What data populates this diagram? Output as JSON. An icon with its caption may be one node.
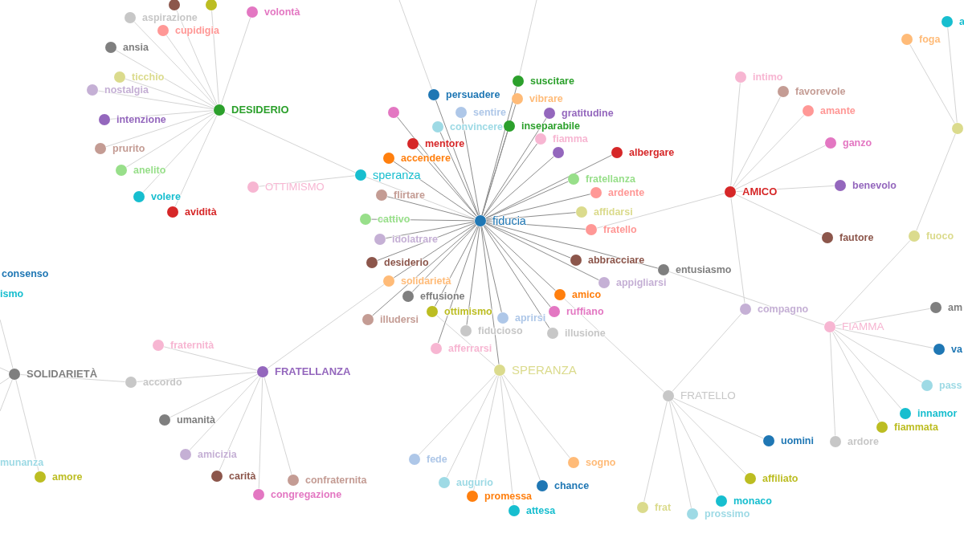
{
  "diagram": {
    "nodes": [
      {
        "text": [
          "DESIDERIO"
        ]
      },
      {
        "text": [],
        "shape": "circle"
      },
      {
        "text": [],
        "shape": "circle"
      },
      {
        "text": [
          "aspirazione"
        ]
      },
      {
        "text": [
          "cupidigia"
        ]
      },
      {
        "text": [
          "volontà"
        ]
      },
      {
        "text": [
          "ansia"
        ]
      },
      {
        "text": [
          "ticchio"
        ]
      },
      {
        "text": [
          "nostalgia"
        ]
      },
      {
        "text": [
          "intenzione"
        ]
      },
      {
        "text": [
          "prurito"
        ]
      },
      {
        "text": [
          "anelito"
        ]
      },
      {
        "text": [
          "volere"
        ]
      },
      {
        "text": [
          "avidità"
        ]
      },
      {
        "text": [
          "OTTIMISMO"
        ]
      },
      {
        "text": [
          "speranza"
        ]
      },
      {
        "text": [
          "fiducia"
        ]
      },
      {
        "text": [
          "persuadere"
        ]
      },
      {
        "text": [
          "suscitare"
        ]
      },
      {
        "text": [],
        "shape": "circle"
      },
      {
        "text": [
          "sentire"
        ]
      },
      {
        "text": [
          "vibrare"
        ]
      },
      {
        "text": [
          "convincere"
        ]
      },
      {
        "text": [
          "inseparabile"
        ]
      },
      {
        "text": [
          "gratitudine"
        ]
      },
      {
        "text": [
          "mentore"
        ]
      },
      {
        "text": [
          "fiamma"
        ]
      },
      {
        "text": [],
        "shape": "circle"
      },
      {
        "text": [
          "albergare"
        ]
      },
      {
        "text": [
          "accendere"
        ]
      },
      {
        "text": [
          "fratellanza"
        ]
      },
      {
        "text": [
          "ardente"
        ]
      },
      {
        "text": [
          "flirtare"
        ]
      },
      {
        "text": [
          "cattivo"
        ]
      },
      {
        "text": [
          "affidarsi"
        ]
      },
      {
        "text": [
          "fratello"
        ]
      },
      {
        "text": [
          "idolatrare"
        ]
      },
      {
        "text": [
          "desiderio"
        ]
      },
      {
        "text": [
          "abbracciare"
        ]
      },
      {
        "text": [
          "solidarietà"
        ]
      },
      {
        "text": [
          "effusione"
        ]
      },
      {
        "text": [
          "ottimismo"
        ]
      },
      {
        "text": [
          "illudersi"
        ]
      },
      {
        "text": [
          "fiducioso"
        ]
      },
      {
        "text": [
          "aprirsi"
        ]
      },
      {
        "text": [
          "afferrarsi"
        ]
      },
      {
        "text": [
          "ruffiano"
        ]
      },
      {
        "text": [
          "amico"
        ]
      },
      {
        "text": [
          "appigliarsi"
        ]
      },
      {
        "text": [
          "illusione"
        ]
      },
      {
        "text": [
          "entusiasmo"
        ]
      },
      {
        "text": [
          "AMICO"
        ]
      },
      {
        "text": [
          "intimo"
        ]
      },
      {
        "text": [
          "favorevole"
        ]
      },
      {
        "text": [
          "amante"
        ]
      },
      {
        "text": [
          "ganzo"
        ]
      },
      {
        "text": [
          "benevolo"
        ]
      },
      {
        "text": [
          "fautore"
        ]
      },
      {
        "text": [
          "compagno"
        ]
      },
      {
        "text": [
          "FIAMMA"
        ]
      },
      {
        "text": [
          "fuoco"
        ]
      },
      {
        "text": [],
        "shape": "circle"
      },
      {
        "text": [
          "foga"
        ]
      },
      {
        "text": [
          "a"
        ]
      },
      {
        "text": [
          "am"
        ]
      },
      {
        "text": [
          "va"
        ]
      },
      {
        "text": [
          "pass"
        ]
      },
      {
        "text": [
          "innamor"
        ]
      },
      {
        "text": [
          "fiammata"
        ]
      },
      {
        "text": [
          "ardore"
        ]
      },
      {
        "text": [
          "FRATELLO"
        ]
      },
      {
        "text": [
          "uomini"
        ]
      },
      {
        "text": [
          "affiliato"
        ]
      },
      {
        "text": [
          "monaco"
        ]
      },
      {
        "text": [
          "prossimo"
        ]
      },
      {
        "text": [
          "frat"
        ]
      },
      {
        "text": [
          "SPERANZA"
        ]
      },
      {
        "text": [
          "fede"
        ]
      },
      {
        "text": [
          "augurio"
        ]
      },
      {
        "text": [
          "promessa"
        ]
      },
      {
        "text": [
          "attesa"
        ]
      },
      {
        "text": [
          "chance"
        ]
      },
      {
        "text": [
          "sogno"
        ]
      },
      {
        "text": [
          "FRATELLANZA"
        ]
      },
      {
        "text": [
          "fraternità"
        ]
      },
      {
        "text": [
          "accordo"
        ]
      },
      {
        "text": [
          "umanità"
        ]
      },
      {
        "text": [
          "amicizia"
        ]
      },
      {
        "text": [
          "carità"
        ]
      },
      {
        "text": [
          "congregazione"
        ]
      },
      {
        "text": [
          "confraternita"
        ]
      },
      {
        "text": [
          "SOLIDARIETÀ"
        ]
      },
      {
        "text": [
          "consenso"
        ]
      },
      {
        "text": [
          "ismo"
        ]
      },
      {
        "text": [
          "munanza"
        ]
      },
      {
        "text": [
          "amore"
        ]
      }
    ],
    "edges": [
      {
        "from": 0,
        "to": 1,
        "arrow": "none"
      },
      {
        "from": 0,
        "to": 2,
        "arrow": "none"
      },
      {
        "from": 0,
        "to": 3,
        "arrow": "none"
      },
      {
        "from": 0,
        "to": 4,
        "arrow": "none"
      },
      {
        "from": 0,
        "to": 5,
        "arrow": "none"
      },
      {
        "from": 0,
        "to": 6,
        "arrow": "none"
      },
      {
        "from": 0,
        "to": 7,
        "arrow": "none"
      },
      {
        "from": 0,
        "to": 8,
        "arrow": "none"
      },
      {
        "from": 0,
        "to": 9,
        "arrow": "none"
      },
      {
        "from": 0,
        "to": 10,
        "arrow": "none"
      },
      {
        "from": 0,
        "to": 11,
        "arrow": "none"
      },
      {
        "from": 0,
        "to": 12,
        "arrow": "none"
      },
      {
        "from": 0,
        "to": 13,
        "arrow": "none"
      },
      {
        "from": 0,
        "to": 15,
        "arrow": "none"
      },
      {
        "from": 14,
        "to": 15,
        "arrow": "none"
      },
      {
        "from": 15,
        "to": 16,
        "arrow": "none"
      },
      {
        "from": null,
        "to": 17,
        "arrow": "none"
      },
      {
        "from": null,
        "to": 18,
        "arrow": "none"
      },
      {
        "from": 16,
        "to": 17,
        "arrow": "none",
        "color": "#8c8c8c"
      },
      {
        "from": 16,
        "to": 18,
        "arrow": "none",
        "color": "#8c8c8c"
      },
      {
        "from": 16,
        "to": 19,
        "arrow": "none",
        "color": "#8c8c8c"
      },
      {
        "from": 16,
        "to": 20,
        "arrow": "none",
        "color": "#8c8c8c"
      },
      {
        "from": 16,
        "to": 21,
        "arrow": "none",
        "color": "#8c8c8c"
      },
      {
        "from": 16,
        "to": 22,
        "arrow": "none",
        "color": "#8c8c8c"
      },
      {
        "from": 16,
        "to": 23,
        "arrow": "none",
        "color": "#8c8c8c"
      },
      {
        "from": 16,
        "to": 24,
        "arrow": "none",
        "color": "#8c8c8c"
      },
      {
        "from": 16,
        "to": 25,
        "arrow": "none",
        "color": "#8c8c8c"
      },
      {
        "from": 16,
        "to": 26,
        "arrow": "none",
        "color": "#8c8c8c"
      },
      {
        "from": 16,
        "to": 27,
        "arrow": "none",
        "color": "#8c8c8c"
      },
      {
        "from": 16,
        "to": 28,
        "arrow": "none",
        "color": "#8c8c8c"
      },
      {
        "from": 16,
        "to": 29,
        "arrow": "none",
        "color": "#8c8c8c"
      },
      {
        "from": 16,
        "to": 30,
        "arrow": "none",
        "color": "#8c8c8c"
      },
      {
        "from": 16,
        "to": 31,
        "arrow": "none",
        "color": "#8c8c8c"
      },
      {
        "from": 16,
        "to": 32,
        "arrow": "none",
        "color": "#8c8c8c"
      },
      {
        "from": 16,
        "to": 33,
        "arrow": "none",
        "color": "#8c8c8c"
      },
      {
        "from": 16,
        "to": 34,
        "arrow": "none",
        "color": "#8c8c8c"
      },
      {
        "from": 16,
        "to": 35,
        "arrow": "none",
        "color": "#8c8c8c"
      },
      {
        "from": 16,
        "to": 36,
        "arrow": "none",
        "color": "#8c8c8c"
      },
      {
        "from": 16,
        "to": 37,
        "arrow": "none",
        "color": "#8c8c8c"
      },
      {
        "from": 16,
        "to": 38,
        "arrow": "none",
        "color": "#8c8c8c"
      },
      {
        "from": 16,
        "to": 39,
        "arrow": "none",
        "color": "#8c8c8c"
      },
      {
        "from": 16,
        "to": 40,
        "arrow": "none",
        "color": "#8c8c8c"
      },
      {
        "from": 16,
        "to": 41,
        "arrow": "none",
        "color": "#8c8c8c"
      },
      {
        "from": 16,
        "to": 42,
        "arrow": "none",
        "color": "#8c8c8c"
      },
      {
        "from": 16,
        "to": 43,
        "arrow": "none",
        "color": "#8c8c8c"
      },
      {
        "from": 16,
        "to": 44,
        "arrow": "none",
        "color": "#8c8c8c"
      },
      {
        "from": 16,
        "to": 45,
        "arrow": "none",
        "color": "#8c8c8c"
      },
      {
        "from": 16,
        "to": 46,
        "arrow": "none",
        "color": "#8c8c8c"
      },
      {
        "from": 16,
        "to": 47,
        "arrow": "none",
        "color": "#8c8c8c"
      },
      {
        "from": 16,
        "to": 48,
        "arrow": "none",
        "color": "#8c8c8c"
      },
      {
        "from": 16,
        "to": 49,
        "arrow": "none",
        "color": "#8c8c8c"
      },
      {
        "from": 16,
        "to": 50,
        "arrow": "none",
        "color": "#8c8c8c"
      },
      {
        "from": 16,
        "to": 76,
        "arrow": "none",
        "color": "#8c8c8c"
      },
      {
        "from": 51,
        "to": 52,
        "arrow": "none"
      },
      {
        "from": 51,
        "to": 53,
        "arrow": "none"
      },
      {
        "from": 51,
        "to": 54,
        "arrow": "none"
      },
      {
        "from": 51,
        "to": 55,
        "arrow": "none"
      },
      {
        "from": 51,
        "to": 56,
        "arrow": "none"
      },
      {
        "from": 51,
        "to": 57,
        "arrow": "none"
      },
      {
        "from": 51,
        "to": 58,
        "arrow": "none"
      },
      {
        "from": 51,
        "to": 35,
        "arrow": "none"
      },
      {
        "from": 59,
        "to": 50,
        "arrow": "none"
      },
      {
        "from": 59,
        "to": 60,
        "arrow": "none"
      },
      {
        "from": 59,
        "to": 64,
        "arrow": "none"
      },
      {
        "from": 59,
        "to": 65,
        "arrow": "none"
      },
      {
        "from": 59,
        "to": 66,
        "arrow": "none"
      },
      {
        "from": 59,
        "to": 67,
        "arrow": "none"
      },
      {
        "from": 59,
        "to": 68,
        "arrow": "none"
      },
      {
        "from": 59,
        "to": 69,
        "arrow": "none"
      },
      {
        "from": 60,
        "to": 61,
        "arrow": "none"
      },
      {
        "from": 62,
        "to": 61,
        "arrow": "none"
      },
      {
        "from": 63,
        "to": 61,
        "arrow": "none"
      },
      {
        "from": 70,
        "to": 58,
        "arrow": "none"
      },
      {
        "from": 70,
        "to": 47,
        "arrow": "none"
      },
      {
        "from": 70,
        "to": 71,
        "arrow": "none"
      },
      {
        "from": 70,
        "to": 72,
        "arrow": "none"
      },
      {
        "from": 70,
        "to": 73,
        "arrow": "none"
      },
      {
        "from": 70,
        "to": 74,
        "arrow": "none"
      },
      {
        "from": 70,
        "to": 75,
        "arrow": "none"
      },
      {
        "from": 76,
        "to": 41,
        "arrow": "none"
      },
      {
        "from": 76,
        "to": 77,
        "arrow": "none"
      },
      {
        "from": 76,
        "to": 78,
        "arrow": "none"
      },
      {
        "from": 76,
        "to": 79,
        "arrow": "none"
      },
      {
        "from": 76,
        "to": 80,
        "arrow": "none"
      },
      {
        "from": 76,
        "to": 81,
        "arrow": "none"
      },
      {
        "from": 76,
        "to": 82,
        "arrow": "none"
      },
      {
        "from": 83,
        "to": 39,
        "arrow": "none"
      },
      {
        "from": 83,
        "to": 84,
        "arrow": "none"
      },
      {
        "from": 83,
        "to": 85,
        "arrow": "none"
      },
      {
        "from": 83,
        "to": 86,
        "arrow": "none"
      },
      {
        "from": 83,
        "to": 87,
        "arrow": "none"
      },
      {
        "from": 83,
        "to": 88,
        "arrow": "none"
      },
      {
        "from": 83,
        "to": 89,
        "arrow": "none"
      },
      {
        "from": 83,
        "to": 90,
        "arrow": "none"
      },
      {
        "from": 91,
        "to": 85,
        "arrow": "none"
      },
      {
        "from": 91,
        "to": 95,
        "arrow": "none"
      },
      {
        "from": null,
        "to": 91,
        "arrow": "none"
      },
      {
        "from": null,
        "to": 91,
        "arrow": "none"
      },
      {
        "from": null,
        "to": 91,
        "arrow": "none"
      },
      {
        "from": null,
        "to": 91,
        "arrow": "none"
      }
    ]
  }
}
